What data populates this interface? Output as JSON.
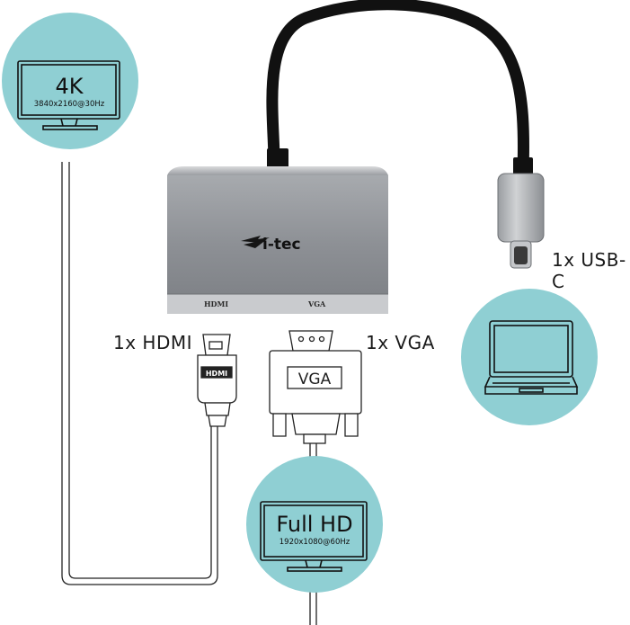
{
  "monitor_4k": {
    "title": "4K",
    "resolution": "3840x2160@30Hz"
  },
  "monitor_fullhd": {
    "title": "Full HD",
    "resolution": "1920x1080@60Hz"
  },
  "adapter": {
    "brand": "i-tec",
    "port_hdmi": "HDMI",
    "port_vga": "VGA"
  },
  "connectors": {
    "hdmi_plug_text": "HDMI",
    "vga_plug_text": "VGA"
  },
  "labels": {
    "hdmi": "1x HDMI",
    "vga": "1x VGA",
    "usbc": "1x USB-C"
  },
  "colors": {
    "circle": "#8fcfd3",
    "adapter_body": "#8e9196",
    "cable": "#111111"
  }
}
